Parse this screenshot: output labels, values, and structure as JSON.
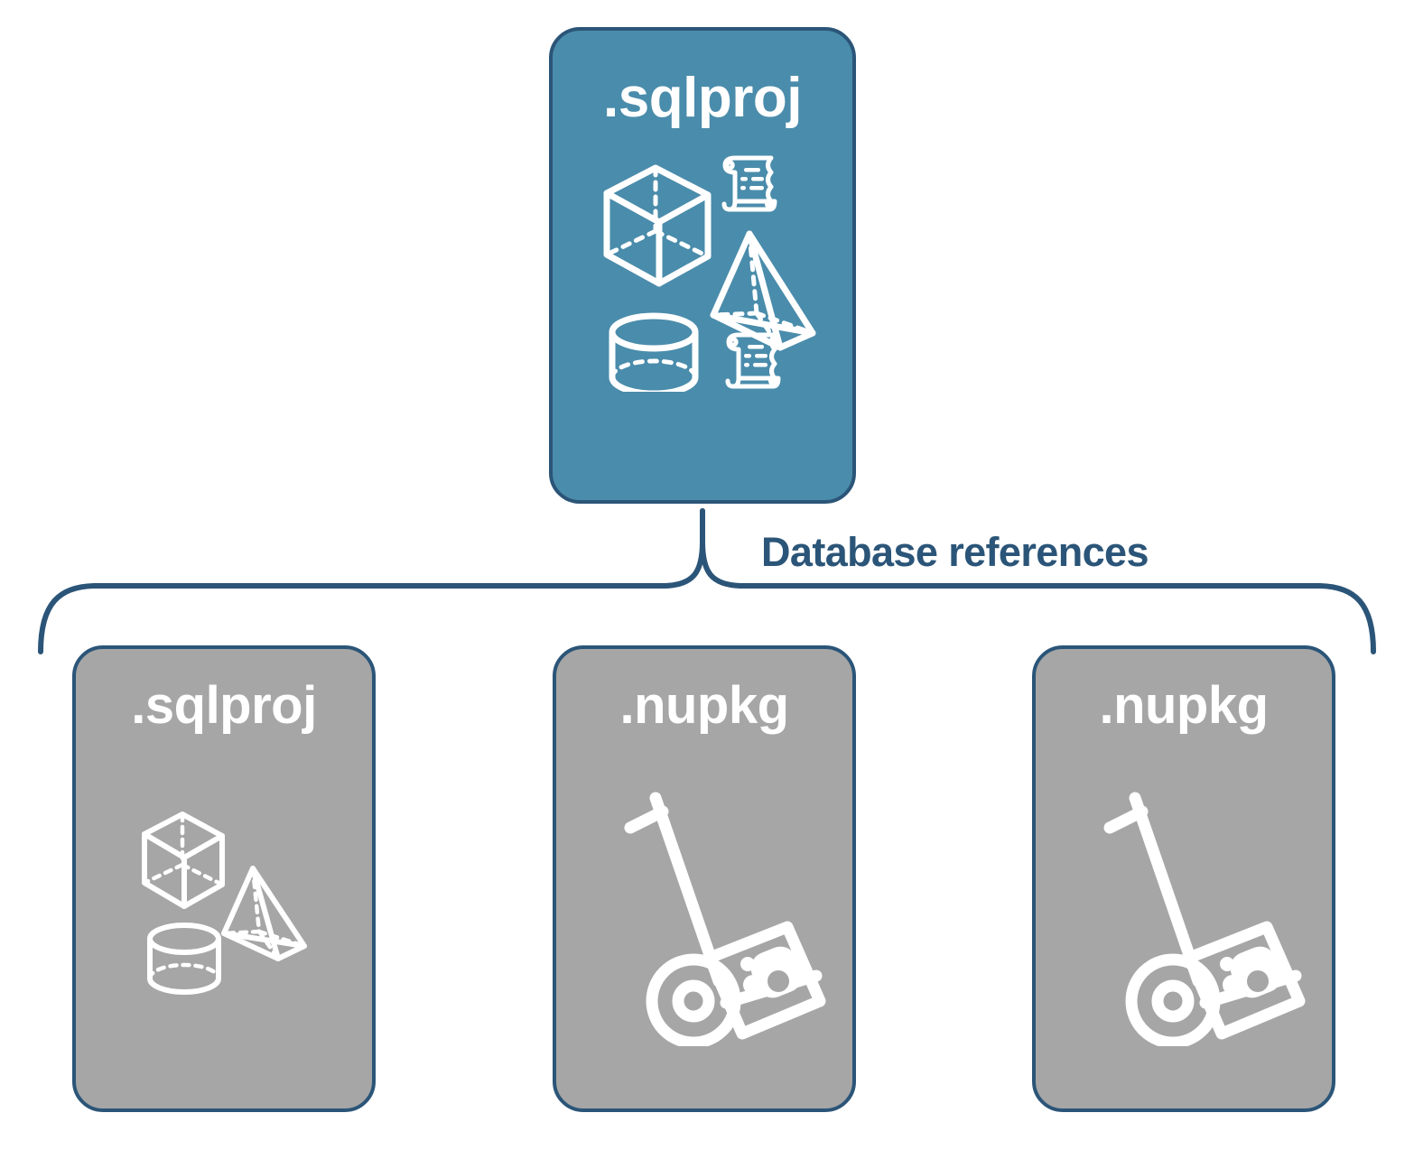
{
  "diagram": {
    "title": "Database references",
    "colors": {
      "accent_blue": "#4a8cab",
      "outline_navy": "#2b5578",
      "card_grey": "#a6a6a6",
      "icon_white": "#ffffff",
      "background": "#ffffff"
    },
    "connector": {
      "label": "Database references",
      "style": "curly-brace",
      "icon_name": "curly-brace-connector"
    },
    "root": {
      "label": ".sqlproj",
      "fill": "blue",
      "icons": [
        "cube-icon",
        "scroll-script-icon",
        "pyramid-icon",
        "cylinder-icon",
        "scroll-script-icon"
      ]
    },
    "references": [
      {
        "label": ".sqlproj",
        "fill": "grey",
        "icons": [
          "cube-icon",
          "pyramid-icon",
          "cylinder-icon"
        ]
      },
      {
        "label": ".nupkg",
        "fill": "grey",
        "icons": [
          "hand-truck-package-icon"
        ]
      },
      {
        "label": ".nupkg",
        "fill": "grey",
        "icons": [
          "hand-truck-package-icon"
        ]
      }
    ]
  }
}
